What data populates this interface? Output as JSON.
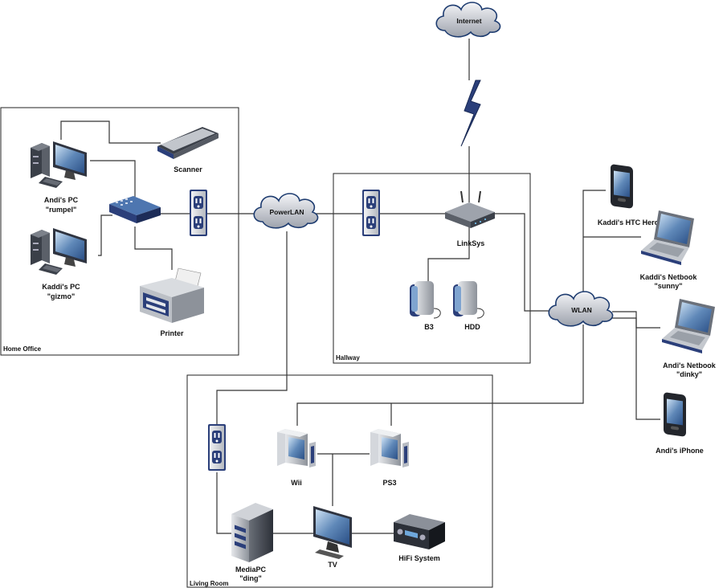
{
  "rooms": {
    "home_office": "Home Office",
    "hallway": "Hallway",
    "living_room": "Living Room"
  },
  "clouds": {
    "internet": "Internet",
    "powerlan": "PowerLAN",
    "wlan": "WLAN"
  },
  "devices": {
    "scanner": "Scanner",
    "andi_pc_line1": "Andi's PC",
    "andi_pc_line2": "\"rumpel\"",
    "kaddi_pc_line1": "Kaddi's PC",
    "kaddi_pc_line2": "\"gizmo\"",
    "printer": "Printer",
    "linksys": "LinkSys",
    "b3": "B3",
    "hdd": "HDD",
    "kaddi_htc": "Kaddi's HTC Hero",
    "kaddi_netbook_line1": "Kaddi's  Netbook",
    "kaddi_netbook_line2": "\"sunny\"",
    "andi_netbook_line1": "Andi's Netbook",
    "andi_netbook_line2": "\"dinky\"",
    "andi_iphone": "Andi's iPhone",
    "wii": "Wii",
    "ps3": "PS3",
    "mediapc_line1": "MediaPC",
    "mediapc_line2": "\"ding\"",
    "tv": "TV",
    "hifi": "HiFi System"
  },
  "icons": [
    "cloud-icon",
    "lightning-icon",
    "router-icon",
    "switch-icon",
    "outlet-icon",
    "pc-icon",
    "scanner-icon",
    "printer-icon",
    "external-drive-icon",
    "smartphone-icon",
    "laptop-icon",
    "game-console-icon",
    "server-tower-icon",
    "tv-icon",
    "amplifier-icon"
  ]
}
